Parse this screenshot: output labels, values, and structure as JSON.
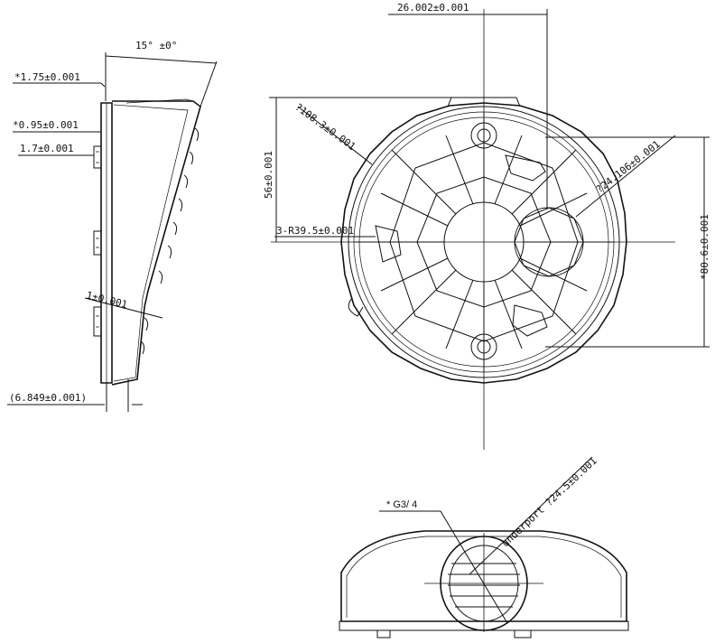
{
  "dimensions": {
    "angle": "15° ±0°",
    "d1_75": "*1.75±0.001",
    "d0_95": "*0.95±0.001",
    "d1_7": "1.7±0.001",
    "d1": "1±0.001",
    "d6_849": "(6.849±0.001)",
    "d26_002": "26.002±0.001",
    "d108_3": "?108.3±0.001",
    "d56": "56±0.001",
    "d3_r39_5": "3-R39.5±0.001",
    "d24_106": "?24.106±0.001",
    "d80_6": "*80.6±0.001",
    "g3_4": "* G3/ 4",
    "underport": "underport ?24.5±0.001"
  }
}
